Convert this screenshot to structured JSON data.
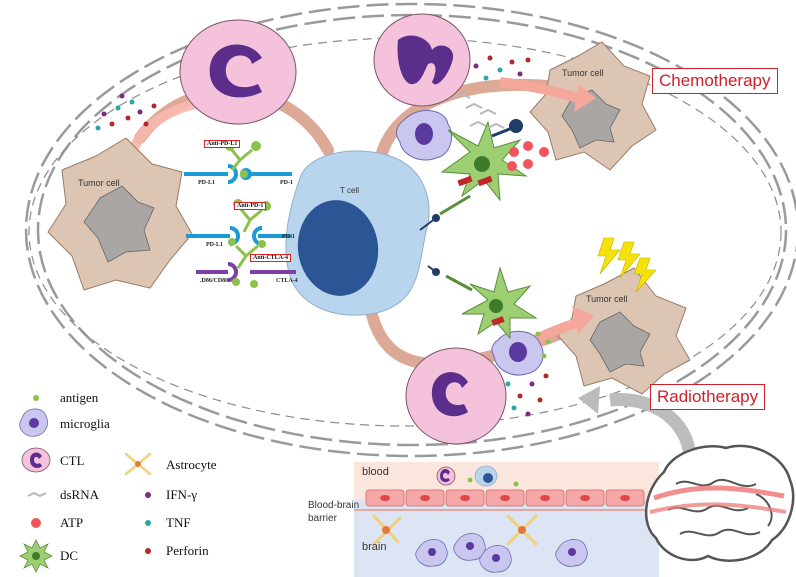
{
  "labels": {
    "tumor_cell_left": "Tumor cell",
    "tumor_cell_top_right": "Tumor cell",
    "tumor_cell_bottom_right": "Tumor cell",
    "t_cell": "T cell",
    "chemotherapy": "Chemotherapy",
    "radiotherapy": "Radiotherapy",
    "anti_pd_l1": "Anti-PD-L1",
    "anti_pd_1": "Anti-PD-1",
    "anti_ctla_4": "Anti-CTLA-4",
    "pd_l1_top": "PD-L1",
    "pd_1_top": "PD-1",
    "pd_l1_mid": "PD-L1",
    "pd_1_mid": "PD-1",
    "cd86_cd80": ".D86/CD80",
    "ctla_4": "CTLA-4",
    "blood": "blood",
    "bbb_line1": "Blood-brain",
    "bbb_line2": "barrier",
    "brain": "brain"
  },
  "legend": {
    "antigen": "antigen",
    "microglia": "microglia",
    "ctl": "CTL",
    "astrocyte": "Astrocyte",
    "dsrna": "dsRNA",
    "ifn": "IFN-γ",
    "atp": "ATP",
    "tnf": "TNF",
    "dc": "DC",
    "perforin": "Perforin"
  },
  "colors": {
    "tumor": "#dcc5b3",
    "tumor_core": "#aaa6a4",
    "t_cell": "#b9d5ee",
    "t_nucleus": "#2c5596",
    "ctl": "#f5c2dc",
    "ctl_nucleus": "#5a2e8a",
    "dc": "#9ccf72",
    "therapy_red": "#d0202a",
    "blood_band": "#fbe6dd",
    "brain_band": "#dde5f4"
  }
}
